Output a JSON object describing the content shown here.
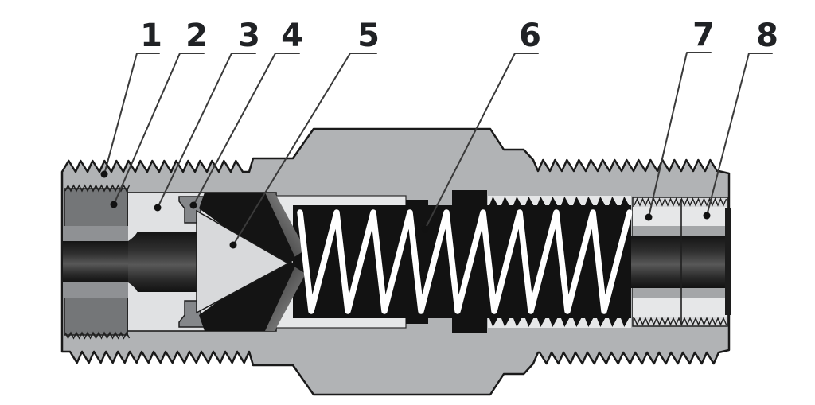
{
  "diagram": {
    "type": "check-valve-cross-section",
    "callouts": [
      {
        "label": "1",
        "part": "left-external-thread"
      },
      {
        "label": "2",
        "part": "threaded-insert"
      },
      {
        "label": "3",
        "part": "valve-seat"
      },
      {
        "label": "4",
        "part": "retaining-clip"
      },
      {
        "label": "5",
        "part": "poppet"
      },
      {
        "label": "6",
        "part": "spring"
      },
      {
        "label": "7",
        "part": "outlet-gland"
      },
      {
        "label": "8",
        "part": "outlet-end-piece"
      }
    ],
    "palette": {
      "background": "#ffffff",
      "body_gray": "#b1b3b5",
      "cavity_light": "#e0e1e3",
      "part_light": "#d8d9db",
      "insert_dark": "#747678",
      "clip_gray": "#85878a",
      "band_gray": "#8f9194",
      "cage_black": "#121212",
      "spring_white": "#ffffff",
      "outline": "#1a1a1a",
      "leader": "#3a3a3a"
    }
  }
}
